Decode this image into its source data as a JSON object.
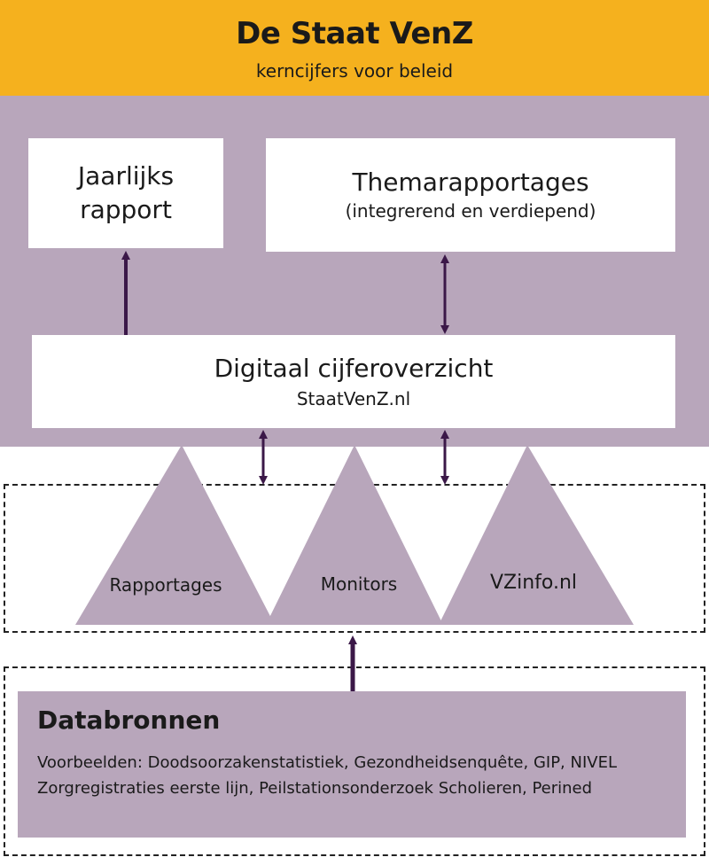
{
  "header": {
    "title": "De Staat VenZ",
    "subtitle": "kerncijfers voor beleid"
  },
  "boxes": {
    "annual": {
      "line1": "Jaarlijks",
      "line2": "rapport"
    },
    "theme": {
      "title": "Themarapportages",
      "subtitle": "(integrerend en verdiepend)"
    },
    "digital": {
      "title": "Digitaal cijferoverzicht",
      "subtitle": "StaatVenZ.nl"
    }
  },
  "sources": {
    "items": [
      "Rapportages",
      "Monitors",
      "VZinfo.nl"
    ]
  },
  "databronnen": {
    "title": "Databronnen",
    "text": "Voorbeelden: Doodsoorzakenstatistiek, Gezondheidsenquête, GIP, NIVEL Zorgregistraties eerste lijn, Peilstationsonderzoek Scholieren, Perined"
  },
  "colors": {
    "header_bg": "#f5b11e",
    "panel_bg": "#b8a6bb",
    "arrow": "#3b1848"
  }
}
